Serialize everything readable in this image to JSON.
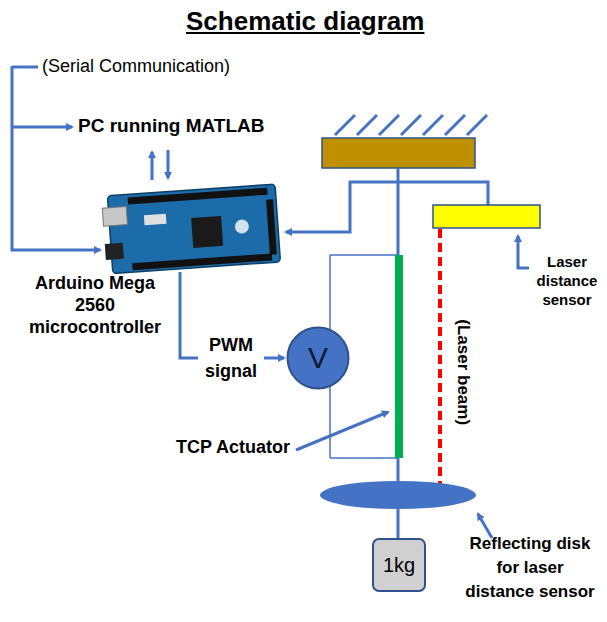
{
  "diagram": {
    "title": "Schematic diagram",
    "nodes": [
      {
        "text": [
          "V"
        ]
      },
      {
        "text": [
          "1kg"
        ]
      }
    ],
    "labels": [
      "(Serial Communication)",
      "PC running MATLAB",
      "Arduino Mega 2560 microcontroller",
      "PWM signal",
      "TCP Actuator",
      "Laser distance sensor",
      "(Laser beam)",
      "Reflecting disk for laser distance sensor"
    ]
  }
}
